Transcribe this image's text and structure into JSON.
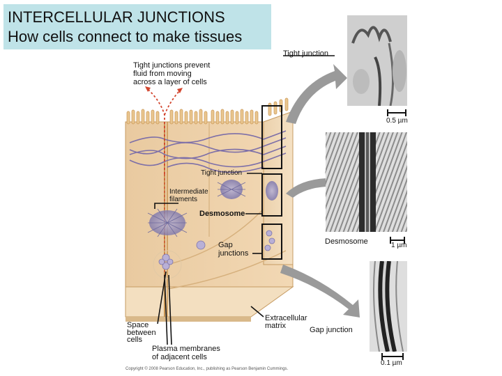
{
  "title": {
    "line1": "INTERCELLULAR JUNCTIONS",
    "line2": "How cells connect to make tissues"
  },
  "labels": {
    "tight_junction_top": "Tight junction",
    "tight_prevent_1": "Tight junctions prevent",
    "tight_prevent_2": "fluid from moving",
    "tight_prevent_3": "across a layer of cells",
    "tight_junction_mid": "Tight junction",
    "intermediate_1": "Intermediate",
    "intermediate_2": "filaments",
    "desmosome_mid": "Desmosome",
    "gap_1": "Gap",
    "gap_2": "junctions",
    "desmosome_right": "Desmosome",
    "space_1": "Space",
    "space_2": "between",
    "space_3": "cells",
    "plasma_1": "Plasma membranes",
    "plasma_2": "of adjacent cells",
    "extracellular_1": "Extracellular",
    "extracellular_2": "matrix",
    "gap_junction_right": "Gap junction"
  },
  "scale_bars": {
    "top": "0.5 µm",
    "middle": "1 µm",
    "bottom": "0.1 µm"
  },
  "copyright": "Copyright © 2008 Pearson Education, Inc., publishing as Pearson Benjamin Cummings."
}
